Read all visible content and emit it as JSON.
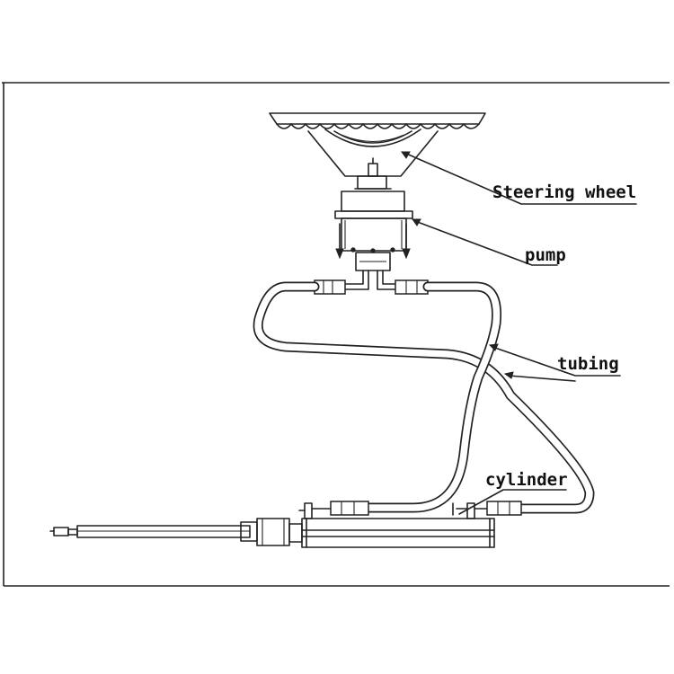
{
  "labels": {
    "steering_wheel": "Steering wheel",
    "pump": "pump",
    "tubing": "tubing",
    "cylinder": "cylinder"
  },
  "colors": {
    "line": "#222222",
    "background": "#ffffff"
  }
}
